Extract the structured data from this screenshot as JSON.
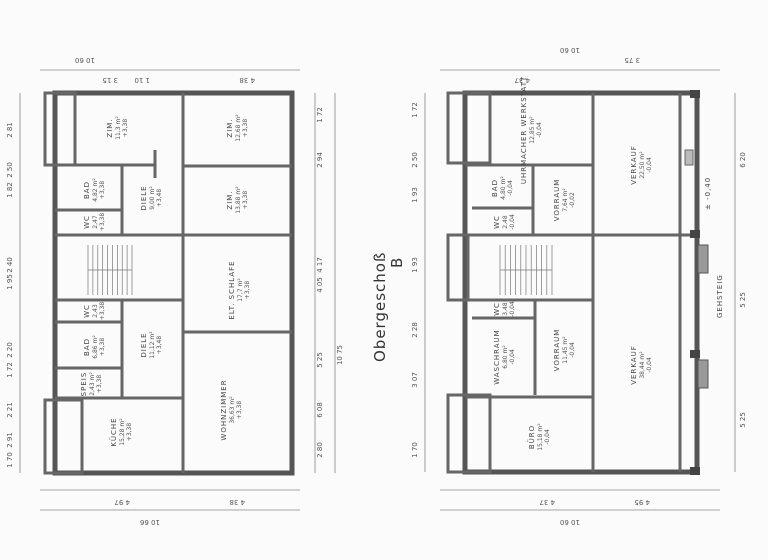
{
  "title": "Obergeschoß",
  "section_mark": "B",
  "level_marker": "± -0,40",
  "street_label": "GEHSTEIG",
  "left_plan": {
    "rooms": [
      {
        "name": "ZIM.",
        "area": "11,3 m²",
        "height": "+3,38"
      },
      {
        "name": "ZIM.",
        "area": "12,68 m²",
        "height": "+3,38"
      },
      {
        "name": "BAD",
        "area": "4,82 m²",
        "height": "+3,38"
      },
      {
        "name": "WC",
        "area": "2,47",
        "height": "+3,38"
      },
      {
        "name": "DIELE",
        "area": "9,00 m²",
        "height": "+3,48"
      },
      {
        "name": "ZIM.",
        "area": "13,88 m²",
        "height": "+3,38"
      },
      {
        "name": "ELT. SCHLAFE",
        "area": "17,7 m²",
        "height": "+3,38"
      },
      {
        "name": "WC",
        "area": "2,43",
        "height": "+3,38"
      },
      {
        "name": "BAD",
        "area": "6,86 m²",
        "height": "+3,38"
      },
      {
        "name": "SPEIS",
        "area": "2,43 m²",
        "height": "+3,38"
      },
      {
        "name": "DIELE",
        "area": "11,12 m²",
        "height": "+3,48"
      },
      {
        "name": "KÜCHE",
        "area": "15,28 m²",
        "height": "+3,38"
      },
      {
        "name": "WOHNZIMMER",
        "area": "36,63 m²",
        "height": "+3,38"
      }
    ],
    "dims_top": [
      "10 60",
      "4 38",
      "3 15",
      "1 10"
    ],
    "dims_bottom": [
      "4 97",
      "4 38",
      "10 66"
    ],
    "dims_left": [
      "2 81",
      "2 50",
      "1 82",
      "2 40",
      "1 95",
      "2 20",
      "1 72",
      "2 21",
      "2 91",
      "1 70"
    ],
    "dims_right": [
      "1 72",
      "2 94",
      "4 17",
      "4 05",
      "5 25",
      "6 08",
      "2 80",
      "10 75"
    ]
  },
  "right_plan": {
    "rooms": [
      {
        "name": "UHRMACHER WERKSTATT",
        "area": "12,85 m²",
        "height": "-0,04"
      },
      {
        "name": "BAD",
        "area": "4,80 m²",
        "height": "-0,04"
      },
      {
        "name": "WC",
        "area": "2,48",
        "height": "-0,04"
      },
      {
        "name": "VORRAUM",
        "area": "7,64 m²",
        "height": "-0,02"
      },
      {
        "name": "VERKAUF",
        "area": "22,50 m²",
        "height": "-0,04"
      },
      {
        "name": "WC",
        "area": "3,48",
        "height": "-0,04"
      },
      {
        "name": "WASCHRAUM",
        "area": "6,80 m²",
        "height": "-0,04"
      },
      {
        "name": "VORRAUM",
        "area": "11,45 m²",
        "height": "-0,04"
      },
      {
        "name": "VERKAUF",
        "area": "38,44 m²",
        "height": "-0,04"
      },
      {
        "name": "BÜRO",
        "area": "15,18 m²",
        "height": "-0,04"
      }
    ],
    "dims_top": [
      "3 75",
      "4 37",
      "10 60"
    ],
    "dims_bottom": [
      "4 37",
      "4 95",
      "10 60"
    ],
    "dims_left": [
      "1 72",
      "2 50",
      "1 93",
      "1 93",
      "2 28",
      "3 07",
      "1 70"
    ],
    "dims_right": [
      "6 20",
      "5 25",
      "5 25"
    ]
  }
}
